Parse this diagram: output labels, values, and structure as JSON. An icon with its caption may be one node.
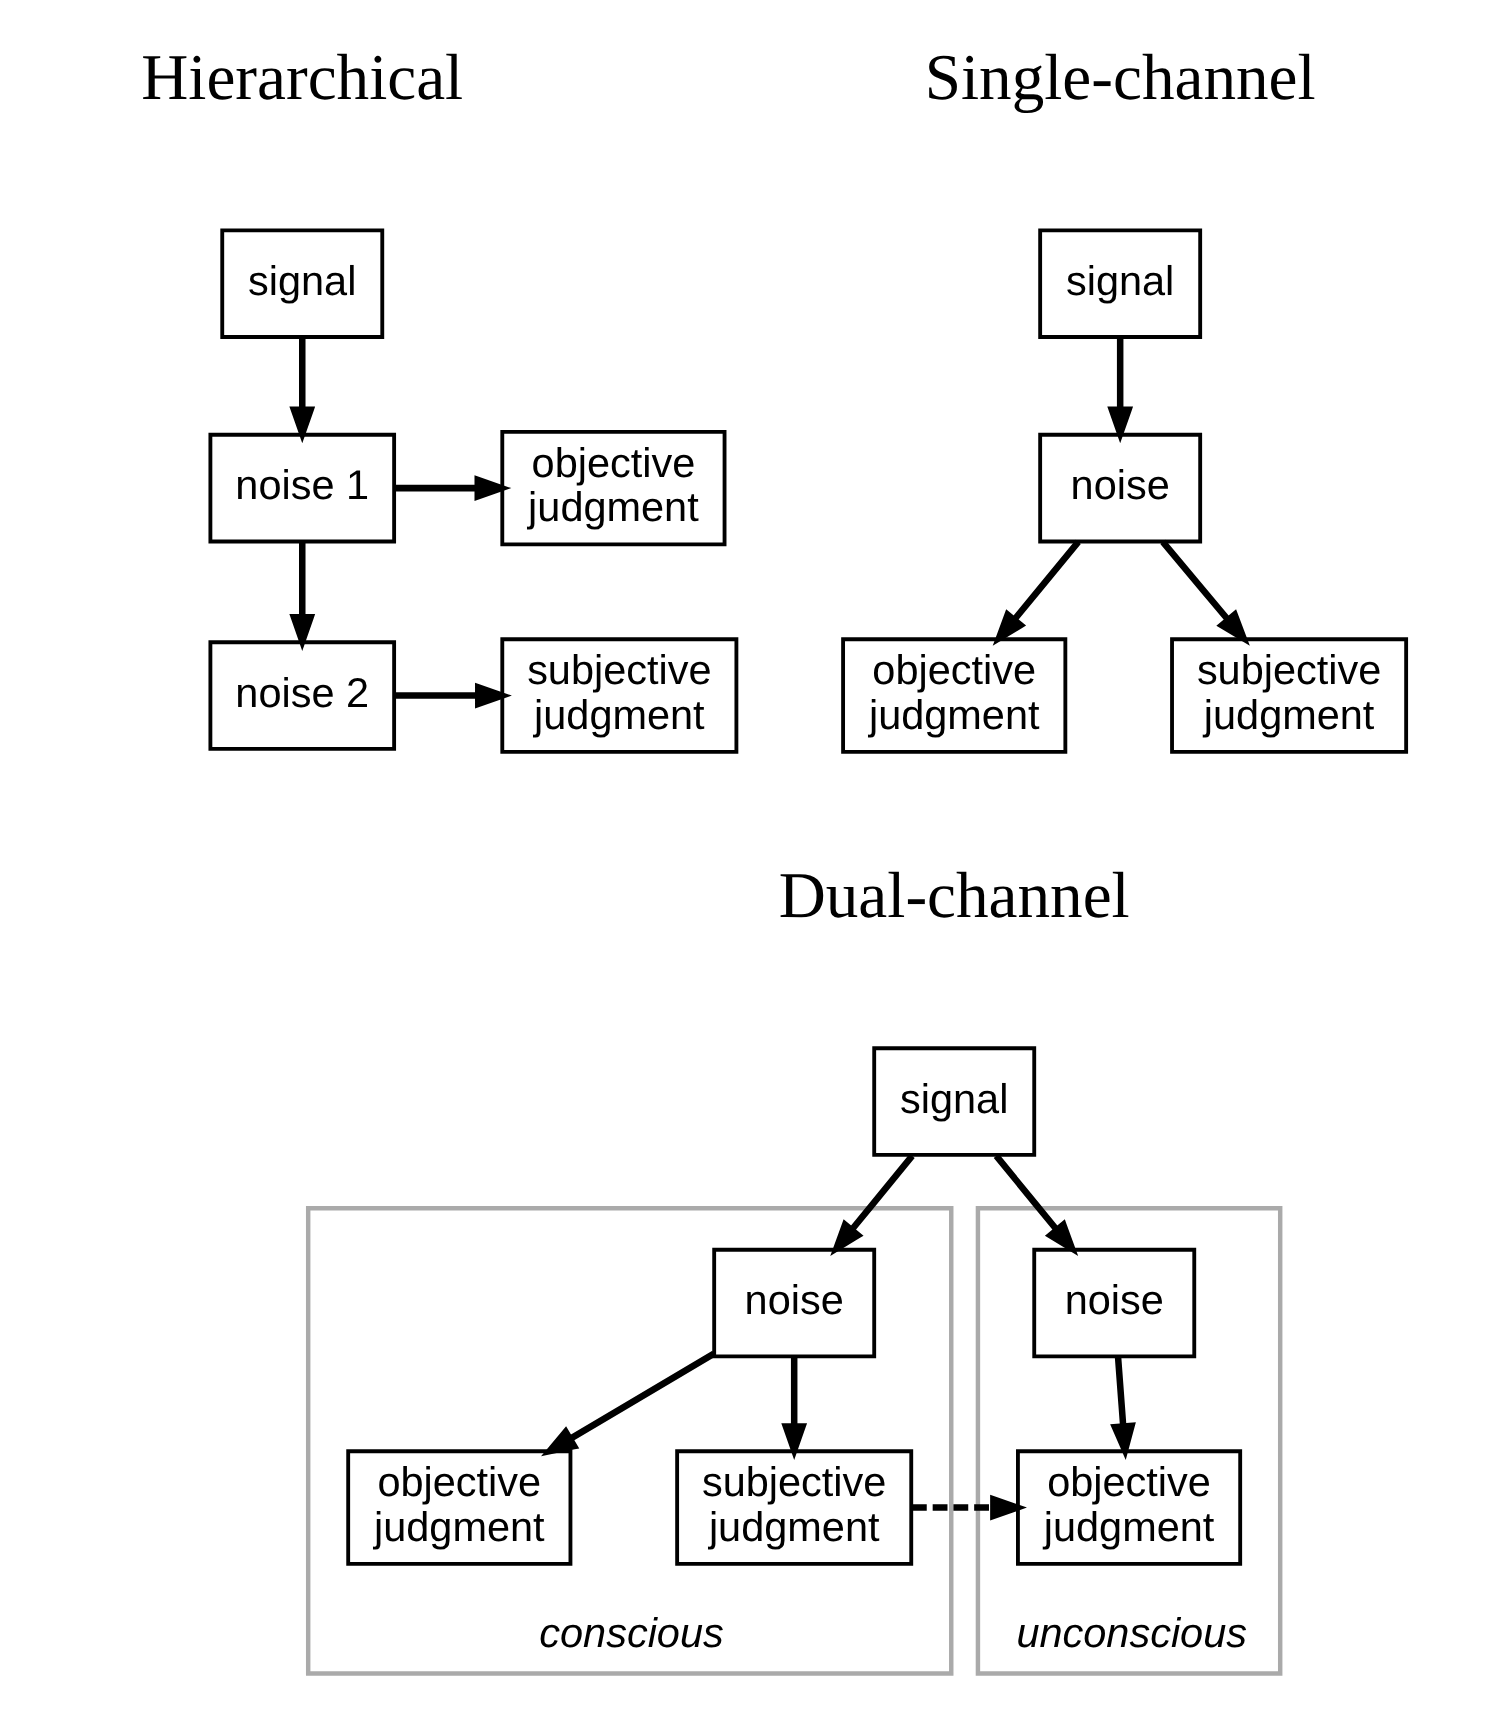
{
  "diagram": {
    "nodes": [
      {
        "text": [
          "signal"
        ]
      },
      {
        "text": [
          "noise"
        ]
      },
      {
        "text": [
          "objective judgment"
        ]
      },
      {
        "text": [
          "subjective judgment"
        ]
      },
      {
        "text": [
          "signal"
        ]
      },
      {
        "text": [
          "noise 1"
        ]
      },
      {
        "text": [
          "objective judgment"
        ]
      },
      {
        "text": [
          "noise 2"
        ]
      },
      {
        "text": [
          "subjective judgment"
        ]
      },
      {
        "text": [
          "signal"
        ]
      },
      {
        "text": [
          "conscious"
        ]
      },
      {
        "text": [
          "noise"
        ],
        "in": 10
      },
      {
        "text": [
          "objective judgment"
        ],
        "in": 10
      },
      {
        "text": [
          "subjective judgment"
        ],
        "in": 10
      },
      {
        "text": [
          "unconscious"
        ]
      },
      {
        "text": [
          "noise"
        ],
        "in": 14
      },
      {
        "text": [
          "objective judgment"
        ],
        "in": 14
      }
    ],
    "edges": [
      {
        "from": 0,
        "to": 1,
        "arrow": "to"
      },
      {
        "from": 1,
        "to": 2,
        "arrow": "to"
      },
      {
        "from": 1,
        "to": 3,
        "arrow": "to"
      },
      {
        "from": 4,
        "to": 5,
        "arrow": "to"
      },
      {
        "from": 5,
        "to": 6,
        "arrow": "to"
      },
      {
        "from": 5,
        "to": 7,
        "arrow": "to"
      },
      {
        "from": 7,
        "to": 8,
        "arrow": "to"
      },
      {
        "from": 9,
        "to": 11,
        "arrow": "to"
      },
      {
        "from": 9,
        "to": 15,
        "arrow": "to"
      },
      {
        "from": 11,
        "to": 12,
        "arrow": "to"
      },
      {
        "from": 11,
        "to": 13,
        "arrow": "to"
      },
      {
        "from": 15,
        "to": 16,
        "arrow": "to"
      },
      {
        "from": 13,
        "to": 16,
        "arrow": "to",
        "style": "dashed"
      }
    ],
    "labels": [
      "Single-channel",
      "Hierarchical",
      "Dual-channel"
    ]
  }
}
